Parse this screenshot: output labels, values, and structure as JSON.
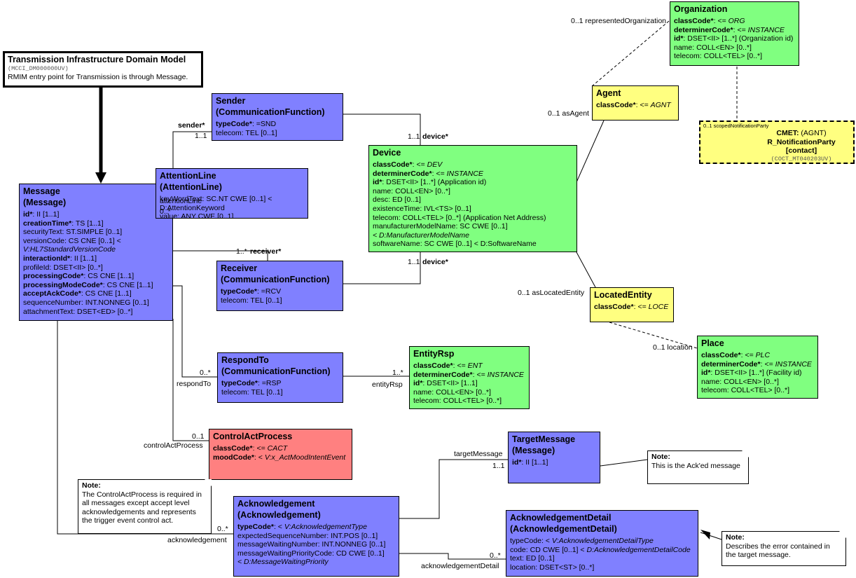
{
  "header": {
    "title": "Transmission Infrastructure Domain Model",
    "code": "(MCCI_DM000000UV)",
    "desc": "RMIM entry point for Transmission is through Message."
  },
  "classes": {
    "message": {
      "title": "Message",
      "subtitle": "(Message)",
      "attrs": [
        {
          "name": "id*",
          "rest": ": II [1..1]",
          "bold": true
        },
        {
          "name": "creationTime*",
          "rest": ": TS [1..1]",
          "bold": true
        },
        {
          "name": "securityText",
          "rest": ": ST.SIMPLE [0..1]",
          "bold": false
        },
        {
          "name": "versionCode",
          "rest": ": CS CNE [0..1] <",
          "bold": false
        },
        {
          "name": "",
          "rest": "V:HL7StandardVersionCode",
          "bold": false,
          "italic": true
        },
        {
          "name": "interactionId*",
          "rest": ": II [1..1]",
          "bold": true
        },
        {
          "name": "profileId",
          "rest": ": DSET<II> [0..*]",
          "bold": false
        },
        {
          "name": "processingCode*",
          "rest": ": CS CNE [1..1]",
          "bold": true
        },
        {
          "name": "processingModeCode*",
          "rest": ": CS CNE [1..1]",
          "bold": true
        },
        {
          "name": "acceptAckCode*",
          "rest": ": CS CNE [1..1]",
          "bold": true
        },
        {
          "name": "sequenceNumber",
          "rest": ": INT.NONNEG [0..1]",
          "bold": false
        },
        {
          "name": "attachmentText",
          "rest": ": DSET<ED> [0..*]",
          "bold": false
        }
      ]
    },
    "sender": {
      "title": "Sender",
      "subtitle": "(CommunicationFunction)",
      "attrs": [
        {
          "name": "typeCode*",
          "rest": ": =SND",
          "bold": true
        },
        {
          "name": "telecom",
          "rest": ": TEL [0..1]",
          "bold": false
        }
      ]
    },
    "attention": {
      "title": "AttentionLine",
      "subtitle": "(AttentionLine)",
      "attrs": [
        {
          "name": "keyWordText",
          "rest": ": SC.NT CWE [0..1] < D:AttentionKeyword",
          "bold": false
        },
        {
          "name": "value",
          "rest": ": ANY CWE [0..1]",
          "bold": false
        }
      ]
    },
    "receiver": {
      "title": "Receiver",
      "subtitle": "(CommunicationFunction)",
      "attrs": [
        {
          "name": "typeCode*",
          "rest": ": =RCV",
          "bold": true
        },
        {
          "name": "telecom",
          "rest": ": TEL [0..1]",
          "bold": false
        }
      ]
    },
    "respondto": {
      "title": "RespondTo",
      "subtitle": "(CommunicationFunction)",
      "attrs": [
        {
          "name": "typeCode*",
          "rest": ": =RSP",
          "bold": true
        },
        {
          "name": "telecom",
          "rest": ": TEL [0..1]",
          "bold": false
        }
      ]
    },
    "device": {
      "title": "Device",
      "attrs": [
        {
          "name": "classCode*",
          "rest": ": <= ",
          "em": "DEV",
          "bold": true
        },
        {
          "name": "determinerCode*",
          "rest": ": <= ",
          "em": "INSTANCE",
          "bold": true
        },
        {
          "name": "id*",
          "rest": ": DSET<II> [1..*] (Application id)",
          "bold": true
        },
        {
          "name": "name",
          "rest": ": COLL<EN> [0..*]",
          "bold": false
        },
        {
          "name": "desc",
          "rest": ": ED [0..1]",
          "bold": false
        },
        {
          "name": "existenceTime",
          "rest": ": IVL<TS> [0..1]",
          "bold": false
        },
        {
          "name": "telecom",
          "rest": ": COLL<TEL> [0..*] (Application Net Address)",
          "bold": false
        },
        {
          "name": "manufacturerModelName",
          "rest": ": SC CWE [0..1]",
          "bold": false
        },
        {
          "name": "",
          "rest": " < D:ManufacturerModelName",
          "bold": false,
          "italic": true
        },
        {
          "name": "softwareName",
          "rest": ": SC CWE [0..1] < D:SoftwareName",
          "bold": false
        }
      ]
    },
    "entityrsp": {
      "title": "EntityRsp",
      "attrs": [
        {
          "name": "classCode*",
          "rest": ": <= ",
          "em": "ENT",
          "bold": true
        },
        {
          "name": "determinerCode*",
          "rest": ": <= ",
          "em": "INSTANCE",
          "bold": true
        },
        {
          "name": "id*",
          "rest": ": DSET<II> [1..1]",
          "bold": true
        },
        {
          "name": "name",
          "rest": ": COLL<EN> [0..*]",
          "bold": false
        },
        {
          "name": "telecom",
          "rest": ": COLL<TEL> [0..*]",
          "bold": false
        }
      ]
    },
    "organization": {
      "title": "Organization",
      "attrs": [
        {
          "name": "classCode*",
          "rest": ": <= ",
          "em": "ORG",
          "bold": true
        },
        {
          "name": "determinerCode*",
          "rest": ": <= ",
          "em": "INSTANCE",
          "bold": true
        },
        {
          "name": "id*",
          "rest": ": DSET<II> [1..*] (Organization id)",
          "bold": true
        },
        {
          "name": "name",
          "rest": ": COLL<EN> [0..*]",
          "bold": false
        },
        {
          "name": "telecom",
          "rest": ": COLL<TEL> [0..*]",
          "bold": false
        }
      ]
    },
    "agent": {
      "title": "Agent",
      "attrs": [
        {
          "name": "classCode*",
          "rest": ": <= ",
          "em": "AGNT",
          "bold": true
        }
      ]
    },
    "located": {
      "title": "LocatedEntity",
      "attrs": [
        {
          "name": "classCode*",
          "rest": ": <= ",
          "em": "LOCE",
          "bold": true
        }
      ]
    },
    "place": {
      "title": "Place",
      "attrs": [
        {
          "name": "classCode*",
          "rest": ": <= ",
          "em": "PLC",
          "bold": true
        },
        {
          "name": "determinerCode*",
          "rest": ": <= ",
          "em": "INSTANCE",
          "bold": true
        },
        {
          "name": "id*",
          "rest": ": DSET<II> [1..*] (Facility id)",
          "bold": true
        },
        {
          "name": "name",
          "rest": ": COLL<EN> [0..*]",
          "bold": false
        },
        {
          "name": "telecom",
          "rest": ": COLL<TEL> [0..*]",
          "bold": false
        }
      ]
    },
    "controlact": {
      "title": "ControlActProcess",
      "attrs": [
        {
          "name": "classCode*",
          "rest": ": <= ",
          "em": "CACT",
          "bold": true
        },
        {
          "name": "moodCode*",
          "rest": ": < ",
          "em": "V:x_ActMoodIntentEvent",
          "bold": true
        }
      ]
    },
    "ack": {
      "title": "Acknowledgement",
      "subtitle": "(Acknowledgement)",
      "attrs": [
        {
          "name": "typeCode*",
          "rest": ": < ",
          "em": "V:AcknowledgementType",
          "bold": true
        },
        {
          "name": "expectedSequenceNumber",
          "rest": ": INT.POS [0..1]",
          "bold": false
        },
        {
          "name": "messageWaitingNumber",
          "rest": ": INT.NONNEG [0..1]",
          "bold": false
        },
        {
          "name": "messageWaitingPriorityCode",
          "rest": ": CD CWE [0..1]",
          "bold": false
        },
        {
          "name": "",
          "rest": " < D:MessageWaitingPriority",
          "bold": false,
          "italic": true
        }
      ]
    },
    "target": {
      "title": "TargetMessage",
      "subtitle": "(Message)",
      "attrs": [
        {
          "name": "id*",
          "rest": ": II [1..1]",
          "bold": true
        }
      ]
    },
    "ackdetail": {
      "title": "AcknowledgementDetail",
      "subtitle": "(AcknowledgementDetail)",
      "attrs": [
        {
          "name": "typeCode",
          "rest": ": < ",
          "em": "V:AcknowledgementDetailType",
          "bold": false
        },
        {
          "name": "code",
          "rest": ": CD CWE [0..1] < ",
          "em": "D:AcknowledgementDetailCode",
          "bold": false
        },
        {
          "name": "text",
          "rest": ": ED [0..1]",
          "bold": false
        },
        {
          "name": "location",
          "rest": ": DSET<ST> [0..*]",
          "bold": false
        }
      ]
    }
  },
  "cmet": {
    "small": "0..1 scopedNotificationParty",
    "label": "CMET:",
    "type": "(AGNT)",
    "name": "R_NotificationParty",
    "variant": "[contact]",
    "code": "(COCT_MT040203UV)"
  },
  "notes": {
    "controlact": {
      "title": "Note:",
      "text": "The ControlActProcess is required in all messages except accept level acknowledgements and represents the trigger event control act."
    },
    "target": {
      "title": "Note:",
      "text": "This is the Ack'ed message"
    },
    "ackdetail": {
      "title": "Note:",
      "text": "Describes the error contained in the target message."
    }
  },
  "labels": {
    "sender_role": "sender*",
    "sender_mult": "1..1",
    "attention_role": "attentionLine",
    "attention_mult": "0..*",
    "receiver_mult": "1..*",
    "receiver_role": "receiver*",
    "device1_mult": "1..1",
    "device1_role": "device*",
    "device2_mult": "1..1",
    "device2_role": "device*",
    "respondto_mult": "0..*",
    "respondto_role": "respondTo",
    "entityrsp_mult": "1..*",
    "entityrsp_role": "entityRsp",
    "controlact_mult": "0..1",
    "controlact_role": "controlActProcess",
    "ack_mult": "0..*",
    "ack_role": "acknowledgement",
    "target_role": "targetMessage",
    "target_mult": "1..1",
    "ackdetail_mult": "0..*",
    "ackdetail_role": "acknowledgementDetail",
    "org_role": "0..1 representedOrganization",
    "agent_role": "0..1 asAgent",
    "located_role": "0..1 asLocatedEntity",
    "place_role": "0..1 location"
  }
}
